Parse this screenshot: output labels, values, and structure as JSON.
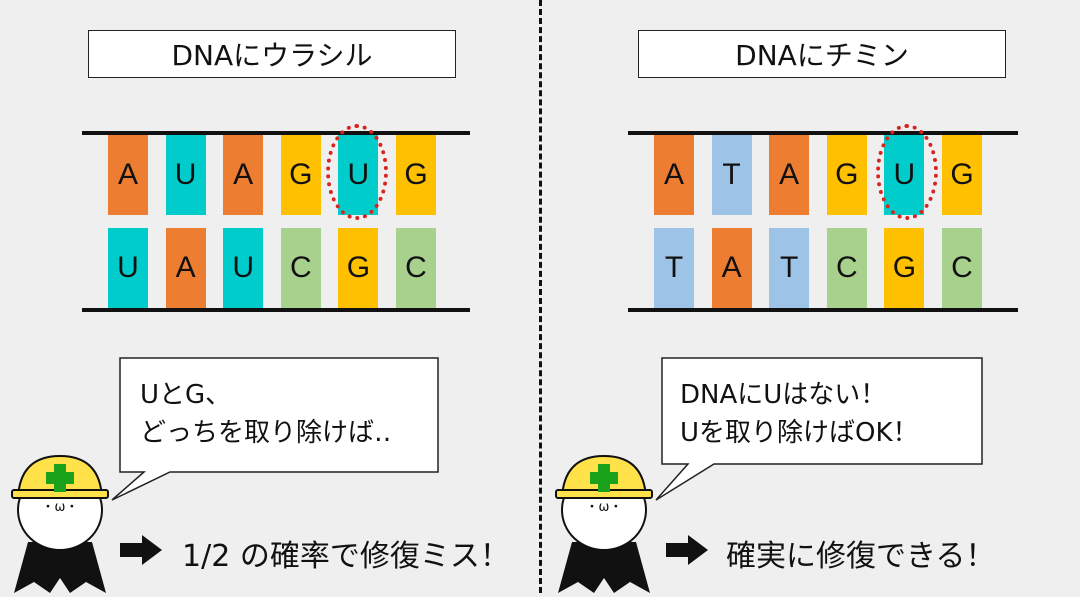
{
  "colors": {
    "A": "#ed7d31",
    "U": "#00cccc",
    "G": "#ffc000",
    "C": "#a9d18e",
    "T": "#9dc3e6",
    "highlight": "#d8231f"
  },
  "left": {
    "title": "DNAにウラシル",
    "top_strand": [
      "A",
      "U",
      "A",
      "G",
      "U",
      "G"
    ],
    "bottom_strand": [
      "U",
      "A",
      "U",
      "C",
      "G",
      "C"
    ],
    "highlight_index": 4,
    "speech": {
      "line1": "UとG、",
      "line2": "どっちを取り除けば‥"
    },
    "face": "・ω・",
    "result": "1/2 の確率で修復ミス！"
  },
  "right": {
    "title": "DNAにチミン",
    "top_strand": [
      "A",
      "T",
      "A",
      "G",
      "U",
      "G"
    ],
    "bottom_strand": [
      "T",
      "A",
      "T",
      "C",
      "G",
      "C"
    ],
    "highlight_index": 4,
    "speech": {
      "line1": "DNAにUはない！",
      "line2": "Uを取り除けばOK！"
    },
    "face": "・ω・",
    "result": "確実に修復できる！"
  },
  "icons": [
    "helmet-icon",
    "right-arrow-icon",
    "speech-bubble-icon"
  ]
}
